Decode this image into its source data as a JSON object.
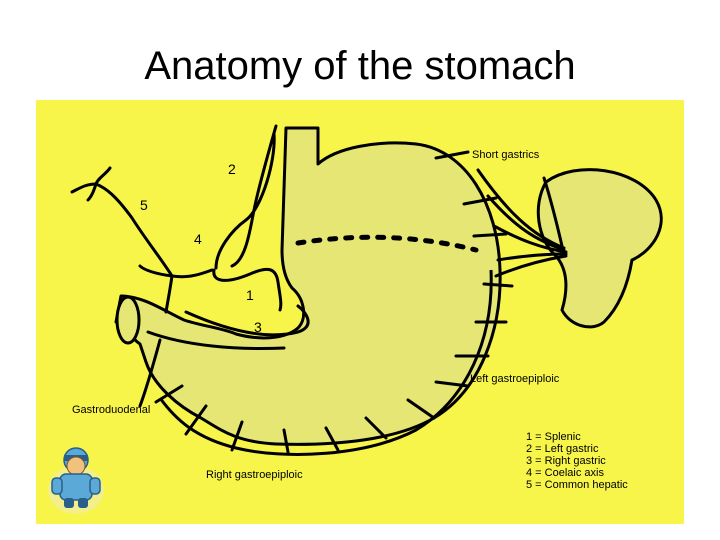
{
  "title": "Anatomy of the stomach",
  "colors": {
    "panel": "#f7f54a",
    "organ": "#e5e673",
    "ink": "#000000"
  },
  "labels": {
    "short_gastrics": "Short gastrics",
    "left_gastroepiploic": "Left gastroepiploic",
    "right_gastroepiploic": "Right gastroepiploic",
    "gastroduodenal": "Gastroduodenal",
    "num_1": "1",
    "num_2": "2",
    "num_3": "3",
    "num_4": "4",
    "num_5": "5"
  },
  "legend": [
    "1 = Splenic",
    "2 = Left gastric",
    "3 = Right gastric",
    "4 = Coelaic axis",
    "5 = Common hepatic"
  ],
  "mascot_icon": "doctor-mascot-icon"
}
